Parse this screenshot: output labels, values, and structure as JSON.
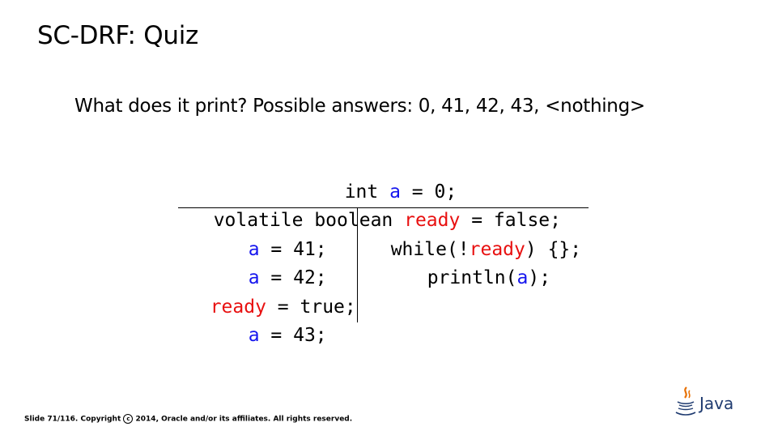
{
  "slide": {
    "title": "SC-DRF: Quiz",
    "question": "What does it print? Possible answers: 0, 41, 42, 43, <nothing>"
  },
  "code": {
    "shared": [
      [
        {
          "text": "int "
        },
        {
          "text": "a",
          "color": "blue"
        },
        {
          "text": " = 0;"
        }
      ],
      [
        {
          "text": "volatile boolean "
        },
        {
          "text": "ready",
          "color": "red"
        },
        {
          "text": " = false;"
        }
      ]
    ],
    "thread1": [
      [
        {
          "text": "a",
          "color": "blue"
        },
        {
          "text": " = 41;"
        }
      ],
      [
        {
          "text": "a",
          "color": "blue"
        },
        {
          "text": " = 42;"
        }
      ],
      [
        {
          "text": "ready",
          "color": "red"
        },
        {
          "text": " = true;"
        }
      ],
      [
        {
          "text": "a",
          "color": "blue"
        },
        {
          "text": " = 43;"
        }
      ]
    ],
    "thread2": [
      [
        {
          "text": "while(!"
        },
        {
          "text": "ready",
          "color": "red"
        },
        {
          "text": ") {};"
        }
      ],
      [
        {
          "text": "println("
        },
        {
          "text": "a",
          "color": "blue"
        },
        {
          "text": ");"
        }
      ]
    ]
  },
  "footer": {
    "prefix": "Slide 71/116. Copyright ",
    "copyright_symbol": "c",
    "suffix": " 2014, Oracle and/or its affiliates. All rights reserved."
  },
  "logo": {
    "text": "Java",
    "icon": "java-cup-icon"
  },
  "colors": {
    "variable_a": "#1515ee",
    "variable_ready": "#e81010",
    "java_blue": "#1f3b70",
    "java_orange": "#e76f00"
  }
}
